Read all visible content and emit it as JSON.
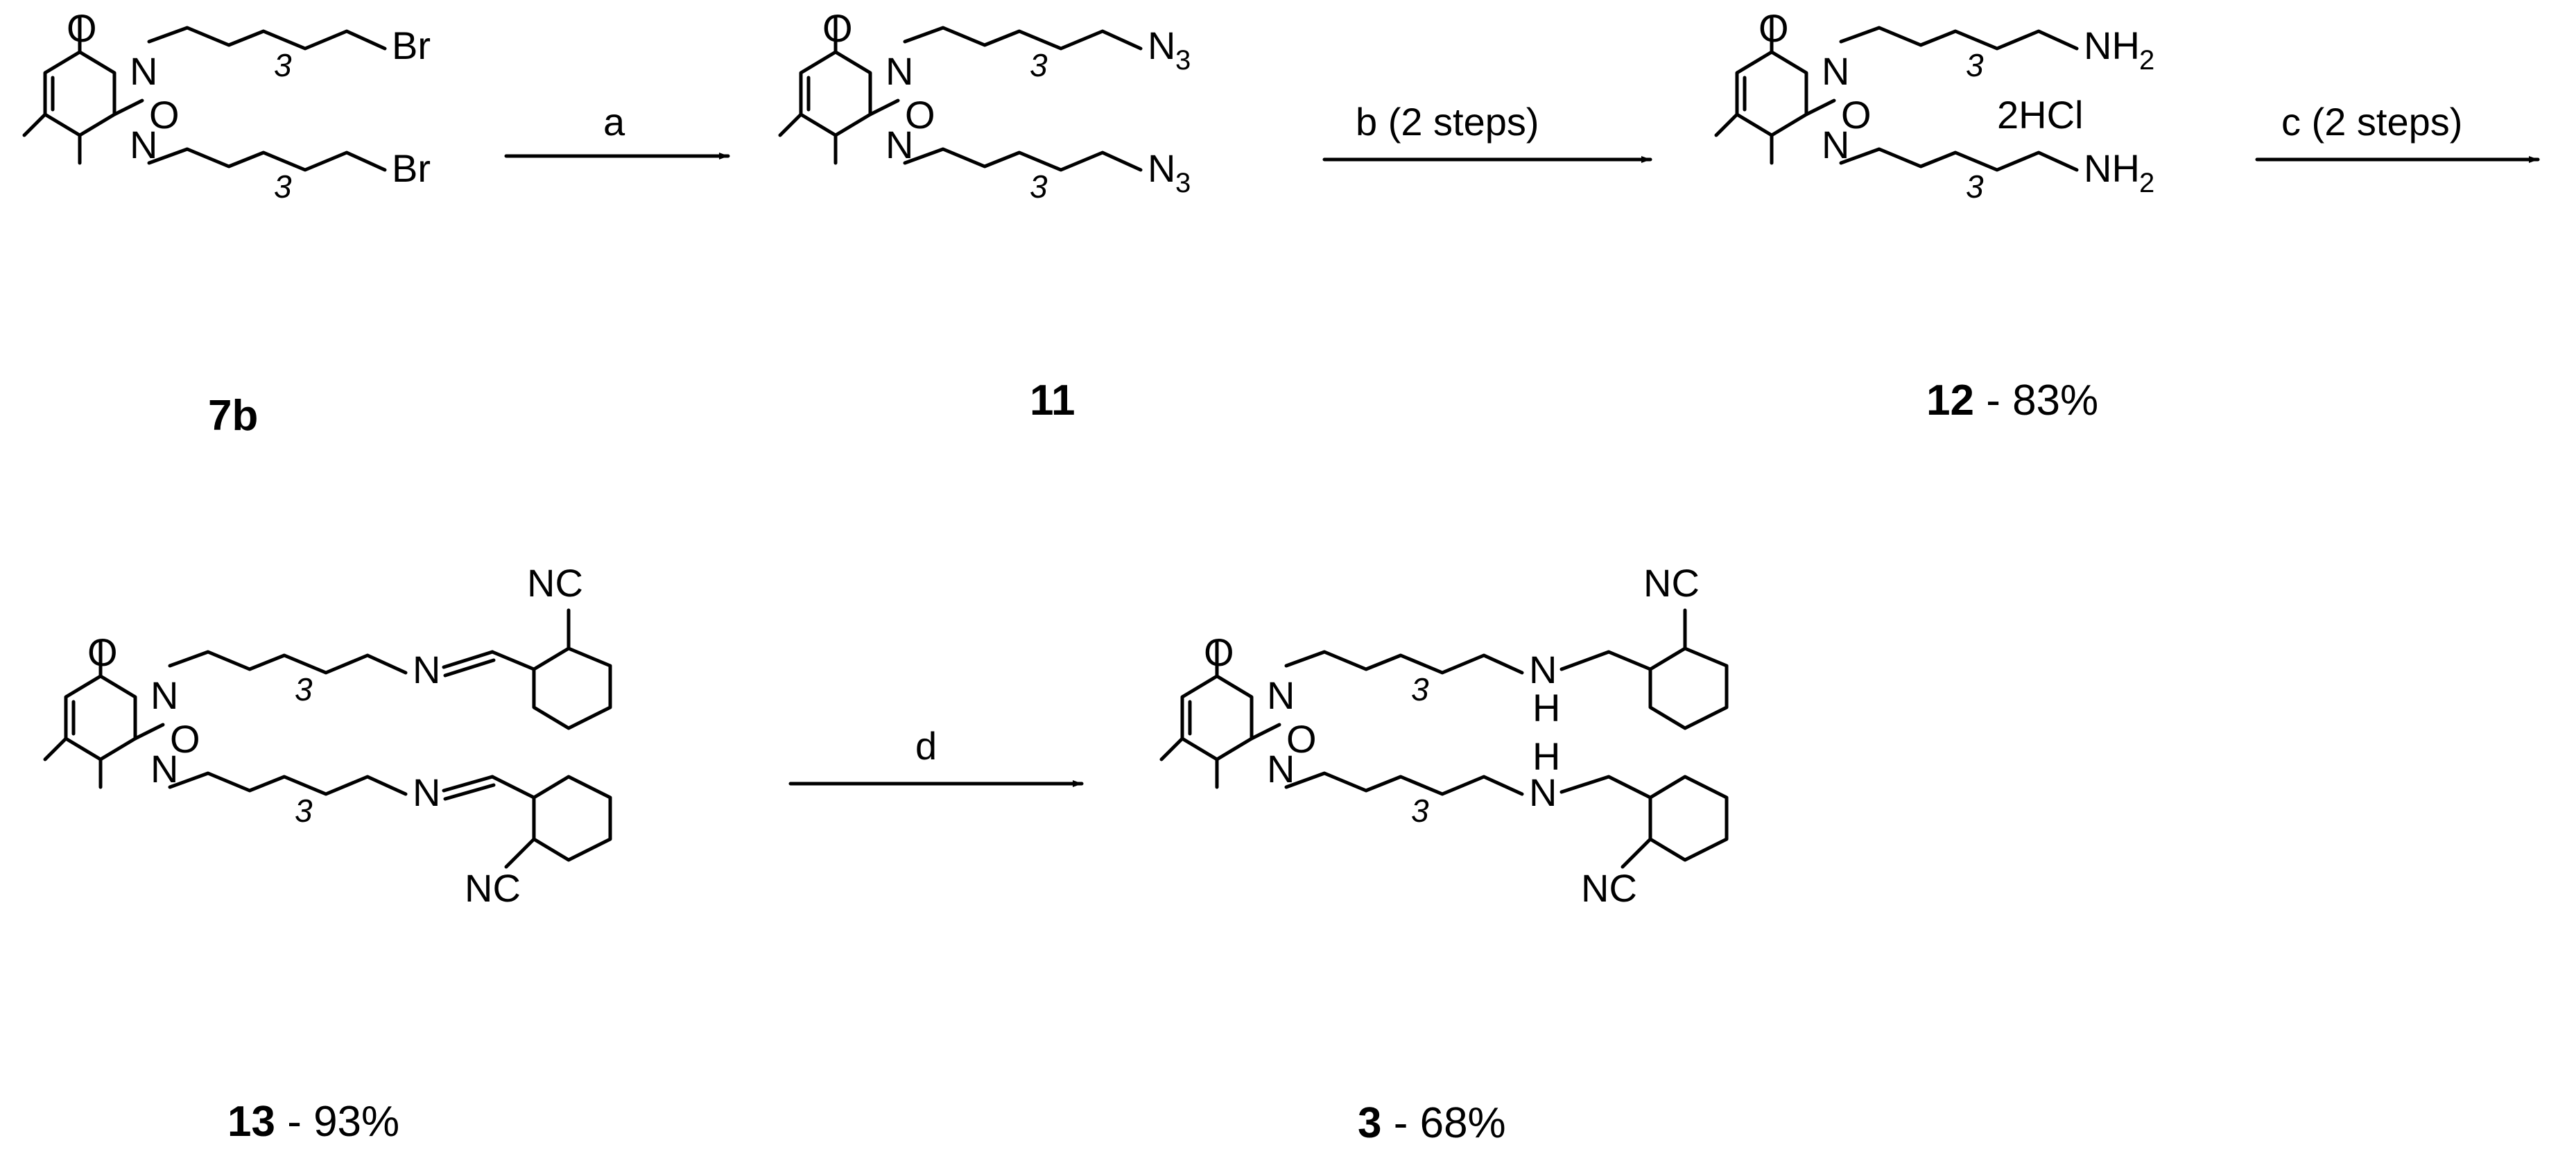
{
  "scheme": {
    "compounds": [
      {
        "id": "7b",
        "yield": ""
      },
      {
        "id": "11",
        "yield": ""
      },
      {
        "id": "12",
        "yield": " - 83%"
      },
      {
        "id": "13",
        "yield": " - 93%"
      },
      {
        "id": "3",
        "yield": " - 68%"
      }
    ],
    "conditions": {
      "a": "a",
      "b": "b (2 steps)",
      "c": "c (2 steps)",
      "d": "d"
    },
    "atoms": {
      "oxygen": "O",
      "nitrogen": "N",
      "bromine": "Br",
      "azide": "N",
      "azide_sub": "3",
      "amine": "NH",
      "amine_sub": "2",
      "hcl": "2HCl",
      "nitrile": "NC",
      "hydrogen": "H",
      "chain_count": "3"
    }
  }
}
